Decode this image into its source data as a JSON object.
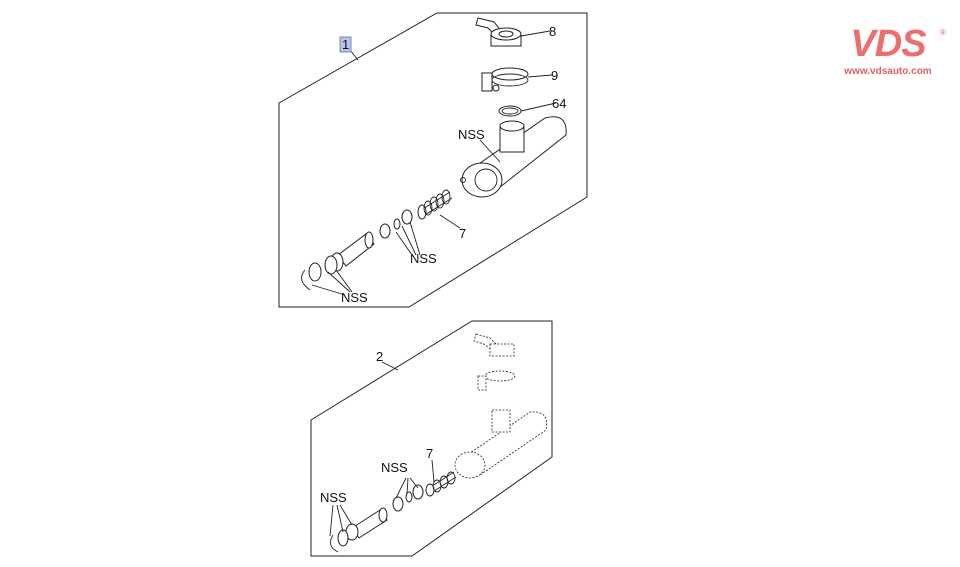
{
  "logo": {
    "brand": "VDS",
    "url": "www.vdsauto.com",
    "registered": "®",
    "color": "#ee6e6e"
  },
  "diagram": {
    "assembly_1": {
      "ref": "1",
      "callouts": {
        "reservoir_connector": "8",
        "clamp": "9",
        "o_ring": "64",
        "body_nss": "NSS",
        "spring": "7",
        "seals_nss": "NSS",
        "piston_nss": "NSS"
      }
    },
    "assembly_2": {
      "ref": "2",
      "callouts": {
        "seals_nss": "NSS",
        "spring": "7",
        "piston_nss": "NSS"
      }
    }
  }
}
